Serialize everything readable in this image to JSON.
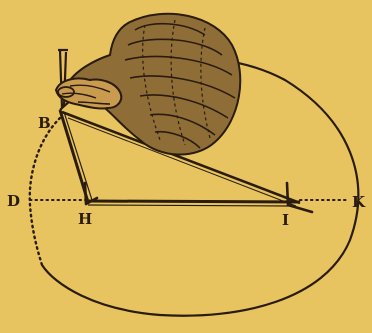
{
  "figure": {
    "kind": "engraving-ellipse-construction",
    "ink_color": "#2a1c10",
    "paper_color": "#e7c45f"
  },
  "points": [
    {
      "id": "B",
      "label": "B"
    },
    {
      "id": "D",
      "label": "D"
    },
    {
      "id": "H",
      "label": "H"
    },
    {
      "id": "I",
      "label": "I"
    },
    {
      "id": "K",
      "label": "K"
    }
  ]
}
